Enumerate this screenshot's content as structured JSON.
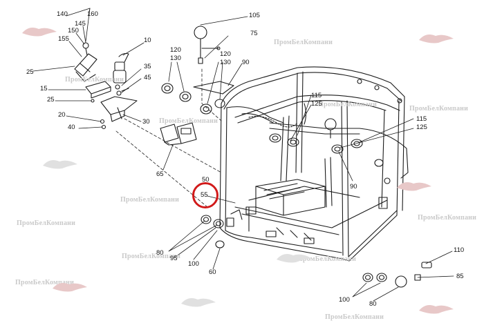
{
  "callouts": [
    {
      "id": "140",
      "text": "140"
    },
    {
      "id": "160",
      "text": "160"
    },
    {
      "id": "145",
      "text": "145"
    },
    {
      "id": "150",
      "text": "150"
    },
    {
      "id": "155",
      "text": "155"
    },
    {
      "id": "25a",
      "text": "25"
    },
    {
      "id": "105",
      "text": "105"
    },
    {
      "id": "75",
      "text": "75"
    },
    {
      "id": "10",
      "text": "10"
    },
    {
      "id": "120a",
      "text": "120"
    },
    {
      "id": "130a",
      "text": "130"
    },
    {
      "id": "120b",
      "text": "120"
    },
    {
      "id": "130b",
      "text": "130"
    },
    {
      "id": "90a",
      "text": "90"
    },
    {
      "id": "35",
      "text": "35"
    },
    {
      "id": "45",
      "text": "45"
    },
    {
      "id": "15",
      "text": "15"
    },
    {
      "id": "25b",
      "text": "25"
    },
    {
      "id": "20",
      "text": "20"
    },
    {
      "id": "40",
      "text": "40"
    },
    {
      "id": "30",
      "text": "30"
    },
    {
      "id": "115a",
      "text": "115"
    },
    {
      "id": "125a",
      "text": "125"
    },
    {
      "id": "115b",
      "text": "115"
    },
    {
      "id": "125b",
      "text": "125"
    },
    {
      "id": "65",
      "text": "65"
    },
    {
      "id": "50",
      "text": "50"
    },
    {
      "id": "55",
      "text": "55"
    },
    {
      "id": "90b",
      "text": "90"
    },
    {
      "id": "80a",
      "text": "80"
    },
    {
      "id": "95",
      "text": "95"
    },
    {
      "id": "100a",
      "text": "100"
    },
    {
      "id": "60",
      "text": "60"
    },
    {
      "id": "110",
      "text": "110"
    },
    {
      "id": "85",
      "text": "85"
    },
    {
      "id": "100b",
      "text": "100"
    },
    {
      "id": "80b",
      "text": "80"
    }
  ],
  "watermark_text": "ПромБелКомпани",
  "highlight_color": "#d11a1a"
}
